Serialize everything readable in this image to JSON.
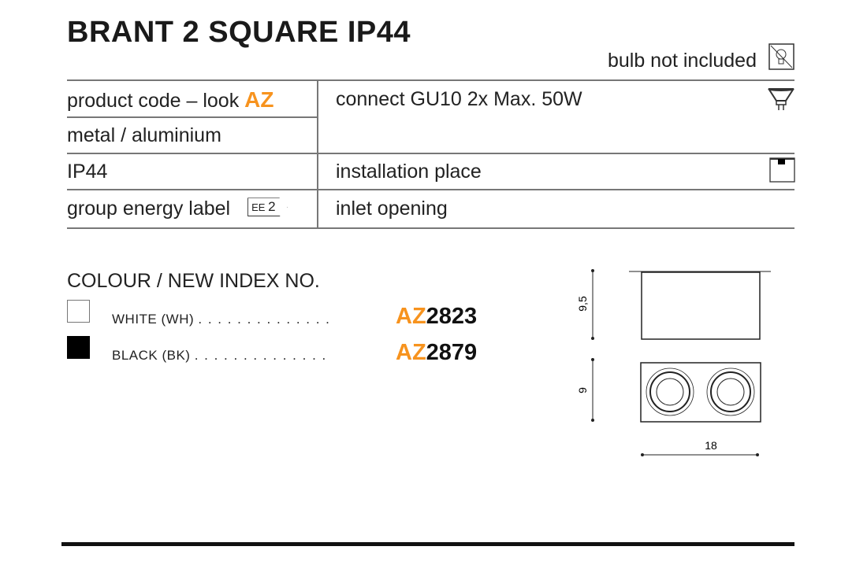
{
  "title": "BRANT 2 SQUARE IP44",
  "bulb_note": "bulb not included",
  "specs": {
    "product_code_label": "product code – look",
    "product_code_prefix": "AZ",
    "material": "metal / aluminium",
    "ip": "IP44",
    "energy_label": "group energy label",
    "energy_badge_prefix": "EE",
    "energy_badge_value": "2",
    "connect": "connect GU10 2x Max. 50W",
    "installation": "installation place",
    "inlet": "inlet opening"
  },
  "colours": {
    "heading": "COLOUR / NEW INDEX NO.",
    "items": [
      {
        "label": "WHITE (WH)",
        "dots": ". . . . . . . . . . . . . .",
        "prefix": "AZ",
        "number": "2823",
        "swatch": "#ffffff"
      },
      {
        "label": "BLACK (BK)",
        "dots": ". . . . . . . . . . . . . .",
        "prefix": "AZ",
        "number": "2879",
        "swatch": "#000000"
      }
    ]
  },
  "dimensions": {
    "height": "9,5",
    "depth": "9",
    "width": "18"
  },
  "accent_color": "#f7931e"
}
